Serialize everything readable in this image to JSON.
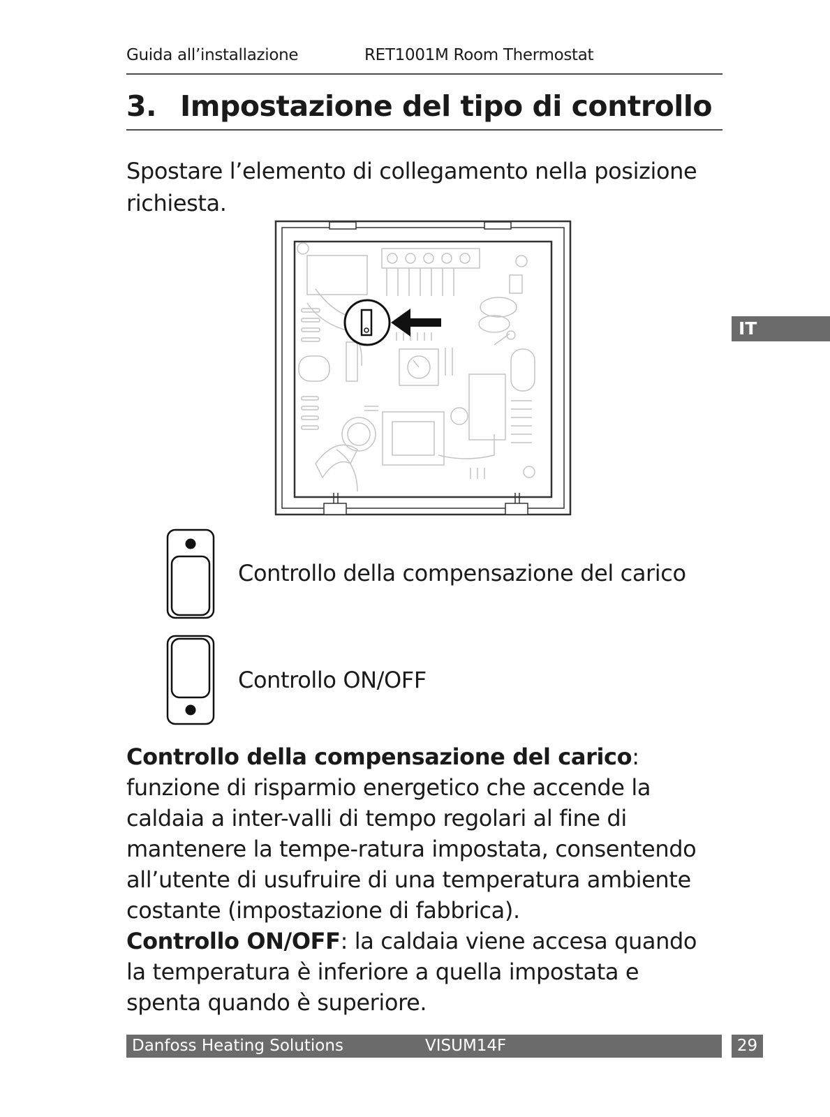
{
  "header": {
    "left": "Guida all’installazione",
    "center": "RET1001M Room Thermostat"
  },
  "section": {
    "number": "3.",
    "title": "Impostazione del tipo di controllo"
  },
  "intro": "Spostare l’elemento di collegamento nella posizione richiesta.",
  "language_tab": "IT",
  "options": [
    {
      "label": "Controllo della compensazione del carico",
      "icon": "jumper-top-position-icon"
    },
    {
      "label": "Controllo ON/OFF",
      "icon": "jumper-bottom-position-icon"
    }
  ],
  "body": {
    "p1_bold": "Controllo della compensazione del carico",
    "p1_text": ": funzione di risparmio energetico che accende la caldaia a inter-valli di tempo regolari al fine di mantenere la tempe-ratura impostata, consentendo all’utente di usufruire di una temperatura ambiente costante (impostazione di fabbrica).",
    "p2_bold": "Controllo ON/OFF",
    "p2_text": ": la caldaia viene accesa quando la temperatura è inferiore a quella impostata e spenta quando è superiore."
  },
  "footer": {
    "left": "Danfoss Heating Solutions",
    "center": "VISUM14F",
    "page": "29"
  },
  "colors": {
    "footer_bar": "#6b6b6b",
    "rule": "#4a4a4a",
    "text": "#1a1a1a"
  }
}
